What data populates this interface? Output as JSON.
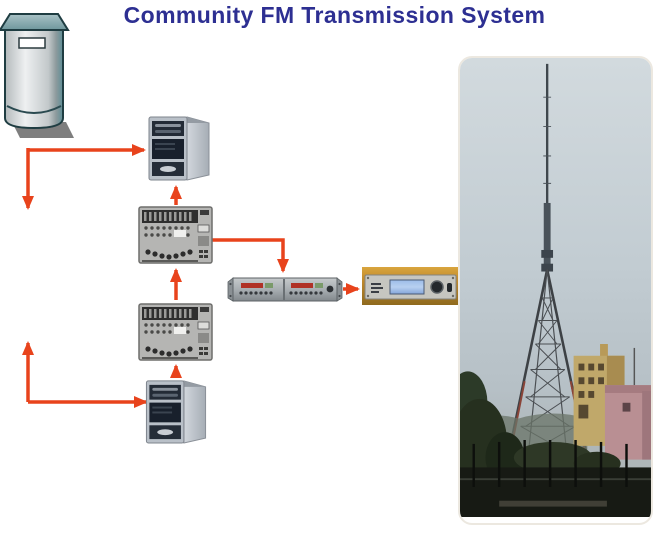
{
  "page": {
    "background": "#ffffff"
  },
  "title": {
    "text": "Community FM Transmission System",
    "color": "#2d2f92"
  },
  "diagram": {
    "arrow_color": "#e8431c",
    "nodes": [
      {
        "id": "studio-server",
        "kind": "server-tower-clipart"
      },
      {
        "id": "computer-top",
        "kind": "desktop-tower-photo"
      },
      {
        "id": "mixer-1",
        "kind": "audio-mixing-console-photo"
      },
      {
        "id": "mixer-2",
        "kind": "audio-mixing-console-photo"
      },
      {
        "id": "computer-bottom",
        "kind": "desktop-tower-photo"
      },
      {
        "id": "audio-processor",
        "kind": "rack-audio-processor-photo"
      },
      {
        "id": "fm-transmitter",
        "kind": "fm-transmitter-photo"
      },
      {
        "id": "transmission-tower",
        "kind": "lattice-mast-photo"
      }
    ],
    "edges": [
      {
        "between": [
          "studio-server",
          "computer-top"
        ],
        "arrowheads": "both",
        "style": "elbow"
      },
      {
        "between": [
          "studio-server",
          "computer-bottom"
        ],
        "arrowheads": "both",
        "style": "elbow"
      },
      {
        "from": "computer-bottom",
        "to": "mixer-2"
      },
      {
        "from": "mixer-2",
        "to": "mixer-1"
      },
      {
        "from": "mixer-1",
        "to": "computer-top"
      },
      {
        "from": "mixer-1",
        "to": "audio-processor",
        "style": "elbow"
      },
      {
        "from": "audio-processor",
        "to": "fm-transmitter"
      }
    ]
  }
}
